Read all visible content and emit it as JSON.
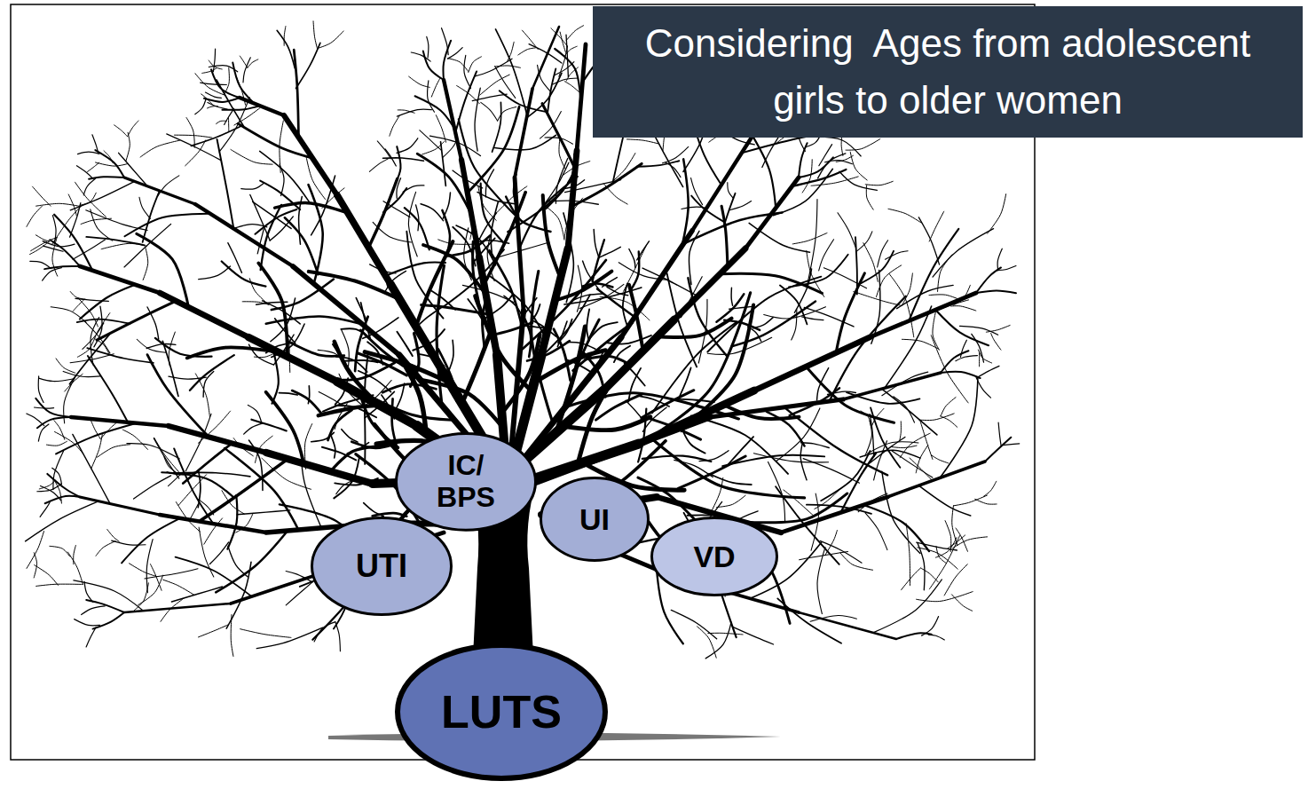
{
  "diagram": {
    "title": "Considering  Ages from adolescent girls to older women",
    "nodes": [
      {
        "text": [
          "IC/ BPS"
        ]
      },
      {
        "text": [
          "UI"
        ]
      },
      {
        "text": [
          "UTI"
        ]
      },
      {
        "text": [
          "VD"
        ]
      },
      {
        "text": [
          "LUTS"
        ]
      }
    ]
  }
}
